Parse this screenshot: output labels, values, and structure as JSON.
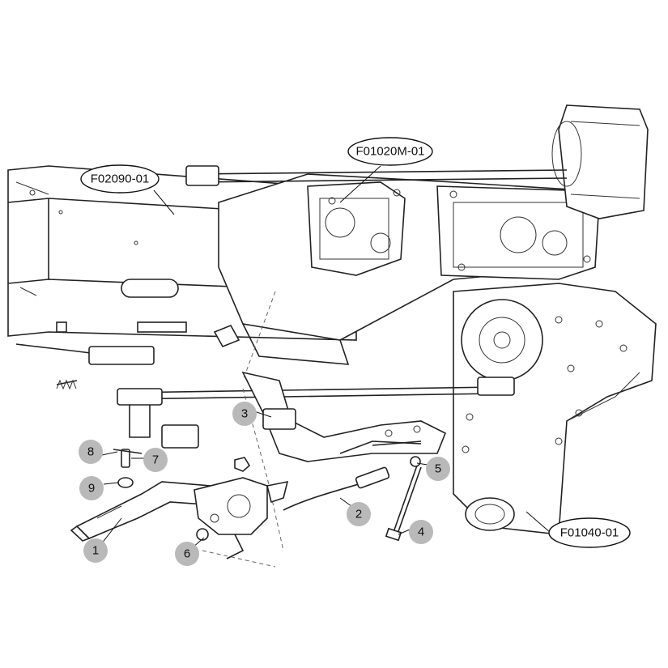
{
  "diagram": {
    "assembly_codes": [
      {
        "id": "frame",
        "label": "F02090-01"
      },
      {
        "id": "gearbox",
        "label": "F01020M-01"
      },
      {
        "id": "axle",
        "label": "F01040-01"
      }
    ],
    "callouts": [
      {
        "id": "c1",
        "label": "1"
      },
      {
        "id": "c2",
        "label": "2"
      },
      {
        "id": "c3",
        "label": "3"
      },
      {
        "id": "c4",
        "label": "4"
      },
      {
        "id": "c5",
        "label": "5"
      },
      {
        "id": "c6",
        "label": "6"
      },
      {
        "id": "c7",
        "label": "7"
      },
      {
        "id": "c8",
        "label": "8"
      },
      {
        "id": "c9",
        "label": "9"
      }
    ]
  }
}
